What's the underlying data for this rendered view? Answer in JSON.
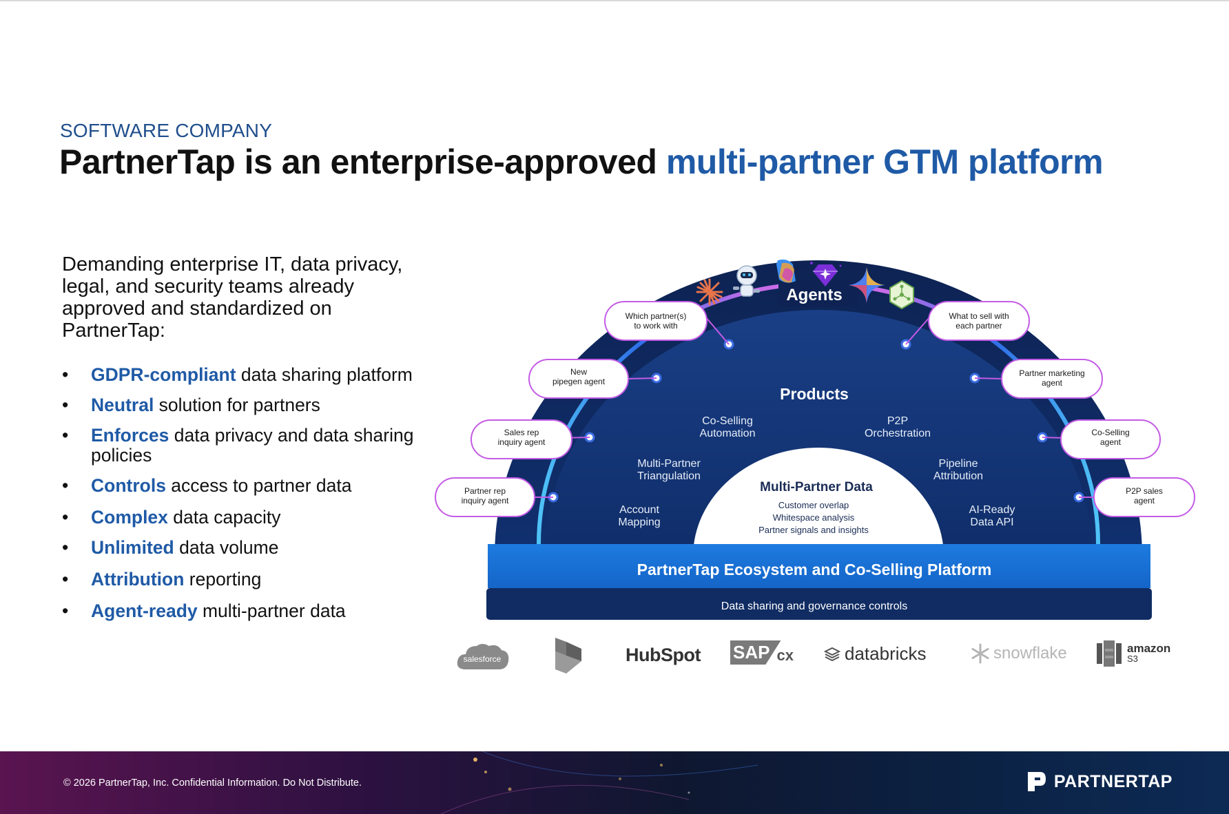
{
  "header": {
    "eyebrow": "SOFTWARE COMPANY",
    "title_prefix": "PartnerTap is an enterprise-approved ",
    "title_accent": "multi-partner GTM platform"
  },
  "intro": "Demanding enterprise IT, data privacy, legal, and security teams already approved and standardized on PartnerTap:",
  "bullets": [
    {
      "keyword": "GDPR-compliant",
      "rest": " data sharing platform"
    },
    {
      "keyword": "Neutral",
      "rest": " solution for partners"
    },
    {
      "keyword": "Enforces",
      "rest": " data privacy and data sharing policies"
    },
    {
      "keyword": "Controls",
      "rest": " access to partner data"
    },
    {
      "keyword": "Complex",
      "rest": " data capacity"
    },
    {
      "keyword": "Unlimited",
      "rest": " data volume"
    },
    {
      "keyword": "Attribution",
      "rest": " reporting"
    },
    {
      "keyword": "Agent-ready",
      "rest": " multi-partner data"
    }
  ],
  "diagram": {
    "agents_label": "Agents",
    "products_label": "Products",
    "products": {
      "co_selling": [
        "Co-Selling",
        "Automation"
      ],
      "p2p": [
        "P2P",
        "Orchestration"
      ],
      "triangulation": [
        "Multi-Partner",
        "Triangulation"
      ],
      "pipeline": [
        "Pipeline",
        "Attribution"
      ],
      "account": [
        "Account",
        "Mapping"
      ],
      "ai_ready": [
        "AI-Ready",
        "Data API"
      ]
    },
    "core": {
      "title": "Multi-Partner Data",
      "lines": [
        "Customer overlap",
        "Whitespace analysis",
        "Partner signals and insights"
      ]
    },
    "platform_label": "PartnerTap Ecosystem and Co-Selling Platform",
    "governance_label": "Data sharing and governance controls",
    "left_agents": [
      [
        "Which partner(s)",
        "to work with"
      ],
      [
        "New",
        "pipegen agent"
      ],
      [
        "Sales rep",
        "inquiry agent"
      ],
      [
        "Partner rep",
        "inquiry agent"
      ]
    ],
    "right_agents": [
      [
        "What to sell with",
        "each partner"
      ],
      [
        "Partner marketing",
        "agent"
      ],
      [
        "Co-Selling",
        "agent"
      ],
      [
        "P2P sales",
        "agent"
      ]
    ],
    "ai_icons": [
      "claude-asterisk-icon",
      "robot-icon",
      "copilot-icon",
      "gem-icon",
      "gemini-sparkle-icon",
      "network-cube-icon"
    ]
  },
  "logos": {
    "salesforce": "salesforce",
    "hubspot": "HubSpot",
    "sap": "SAP",
    "sap_suffix": "cx",
    "databricks": "databricks",
    "snowflake": "snowflake",
    "amazon": "amazon",
    "s3": "S3"
  },
  "footer": {
    "copyright": "© 2026 PartnerTap, Inc. Confidential Information. Do Not Distribute.",
    "brand": "PARTNERTAP"
  },
  "colors": {
    "accent_blue": "#1f5aa6",
    "dome_dark": "#0f2a63",
    "platform_blue": "#1a6fd6",
    "agent_arc_pink": "#c45be6"
  }
}
